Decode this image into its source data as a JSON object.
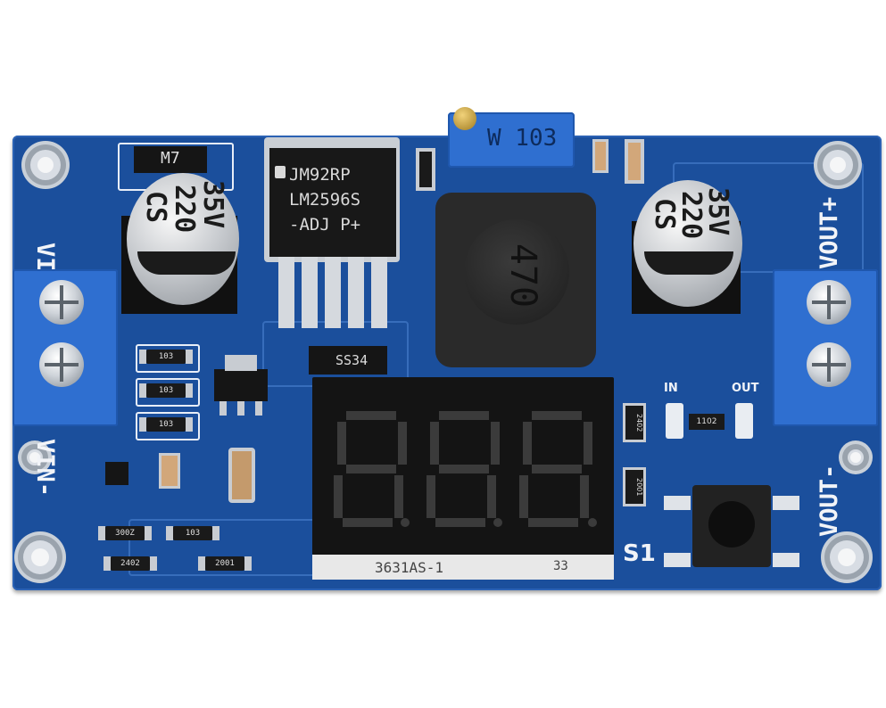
{
  "board": {
    "labels": {
      "vin_plus": "VIN+",
      "vin_minus": "VIN-",
      "vout_plus": "VOUT+",
      "vout_minus": "VOUT-",
      "led_in": "IN",
      "led_out": "OUT",
      "switch": "S1"
    },
    "components": {
      "diode_top": "M7",
      "ic_lines": [
        "JM92RP",
        "LM2596S",
        "-ADJ  P+"
      ],
      "pot_label": "W  103",
      "inductor_label": "470",
      "schottky": "SS34",
      "cap_left": {
        "brand": "CS",
        "value": "220",
        "voltage": "35V"
      },
      "cap_right": {
        "brand": "CS",
        "value": "220",
        "voltage": "35V"
      },
      "display_part": "3631AS-1",
      "display_code": "33",
      "resistors": [
        "103",
        "103",
        "103",
        "300Z",
        "103",
        "2402",
        "2001",
        "2402",
        "1102",
        "2001"
      ]
    }
  },
  "colors": {
    "pcb": "#1b4f9c",
    "terminal": "#2f6fd0",
    "display": "#141414"
  }
}
